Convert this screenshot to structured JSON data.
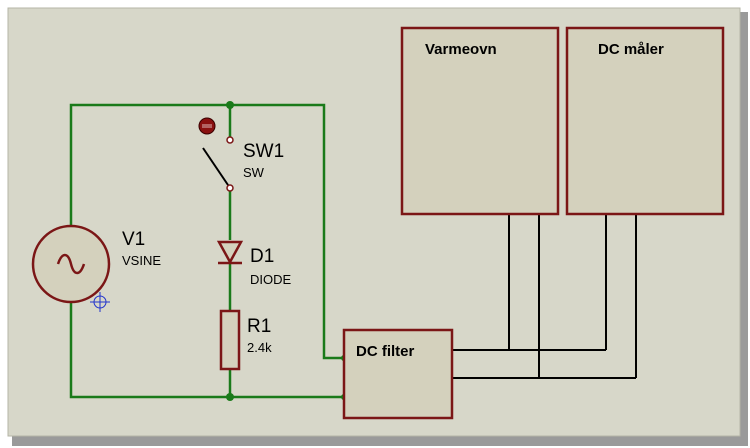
{
  "colors": {
    "sheet_bg": "#d7d7c9",
    "box_fill": "#d4d1bd",
    "box_border": "#7b1616",
    "wire": "#1a7a1a",
    "bus_wire": "#000000",
    "component": "#7b1616",
    "junction": "#1a7a1a",
    "probe": "#2233cc"
  },
  "components": {
    "v1": {
      "ref": "V1",
      "value": "VSINE"
    },
    "sw1": {
      "ref": "SW1",
      "value": "SW"
    },
    "d1": {
      "ref": "D1",
      "value": "DIODE"
    },
    "r1": {
      "ref": "R1",
      "value": "2.4k"
    }
  },
  "blocks": {
    "dc_filter": {
      "label": "DC filter"
    },
    "heater": {
      "label": "Varmeovn"
    },
    "dc_meter": {
      "label": "DC måler"
    }
  }
}
